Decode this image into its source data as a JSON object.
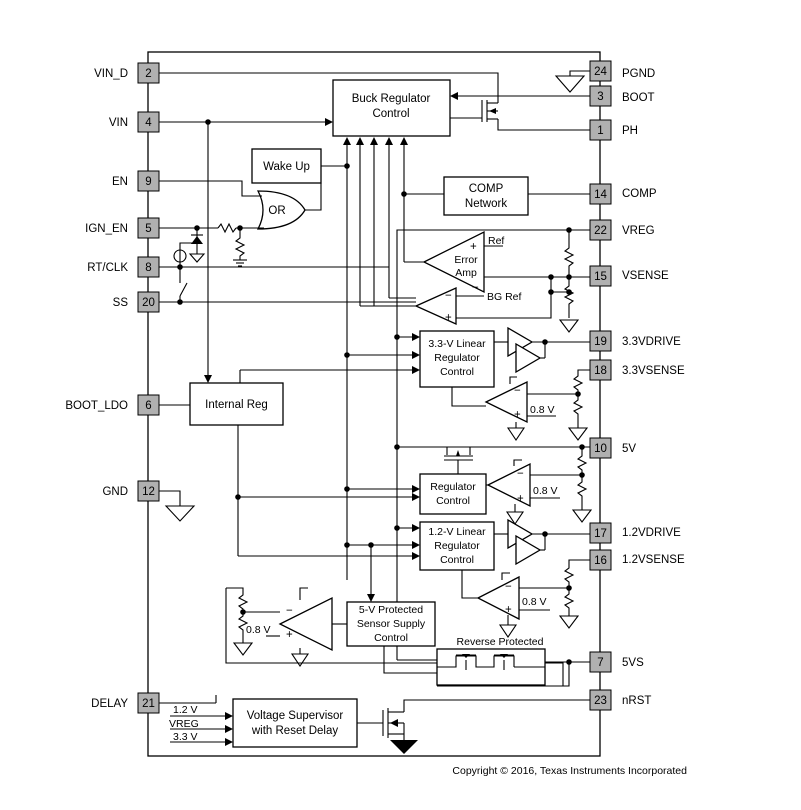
{
  "blocks": {
    "buck_regulator": [
      "Buck Regulator",
      "Control"
    ],
    "wake_up": "Wake Up",
    "or_gate": "OR",
    "comp_network": [
      "COMP",
      "Network"
    ],
    "error_amp": [
      "Error",
      "Amp"
    ],
    "error_amp_ref": "Ref",
    "bg_ref": "BG Ref",
    "ldo33": [
      "3.3-V Linear",
      "Regulator",
      "Control"
    ],
    "internal_reg": "Internal Reg",
    "reg5": [
      "Regulator",
      "Control"
    ],
    "ldo12": [
      "1.2-V Linear",
      "Regulator",
      "Control"
    ],
    "sensor_supply": [
      "5-V Protected",
      "Sensor Supply",
      "Control"
    ],
    "reverse_protected": "Reverse Protected",
    "supervisor": [
      "Voltage Supervisor",
      "with Reset Delay"
    ],
    "supervisor_inputs": [
      "1.2 V",
      "VREG",
      "3.3 V"
    ],
    "ref_08": "0.8 V"
  },
  "left_pins": [
    {
      "num": "2",
      "name": "VIN_D"
    },
    {
      "num": "4",
      "name": "VIN"
    },
    {
      "num": "9",
      "name": "EN"
    },
    {
      "num": "5",
      "name": "IGN_EN"
    },
    {
      "num": "8",
      "name": "RT/CLK"
    },
    {
      "num": "20",
      "name": "SS"
    },
    {
      "num": "6",
      "name": "BOOT_LDO"
    },
    {
      "num": "12",
      "name": "GND"
    },
    {
      "num": "21",
      "name": "DELAY"
    }
  ],
  "right_pins": [
    {
      "num": "24",
      "name": "PGND"
    },
    {
      "num": "3",
      "name": "BOOT"
    },
    {
      "num": "1",
      "name": "PH"
    },
    {
      "num": "14",
      "name": "COMP"
    },
    {
      "num": "22",
      "name": "VREG"
    },
    {
      "num": "15",
      "name": "VSENSE"
    },
    {
      "num": "19",
      "name": "3.3VDRIVE"
    },
    {
      "num": "18",
      "name": "3.3VSENSE"
    },
    {
      "num": "10",
      "name": "5V"
    },
    {
      "num": "17",
      "name": "1.2VDRIVE"
    },
    {
      "num": "16",
      "name": "1.2VSENSE"
    },
    {
      "num": "7",
      "name": "5VS"
    },
    {
      "num": "23",
      "name": "nRST"
    }
  ],
  "copyright": "Copyright © 2016, Texas Instruments Incorporated"
}
